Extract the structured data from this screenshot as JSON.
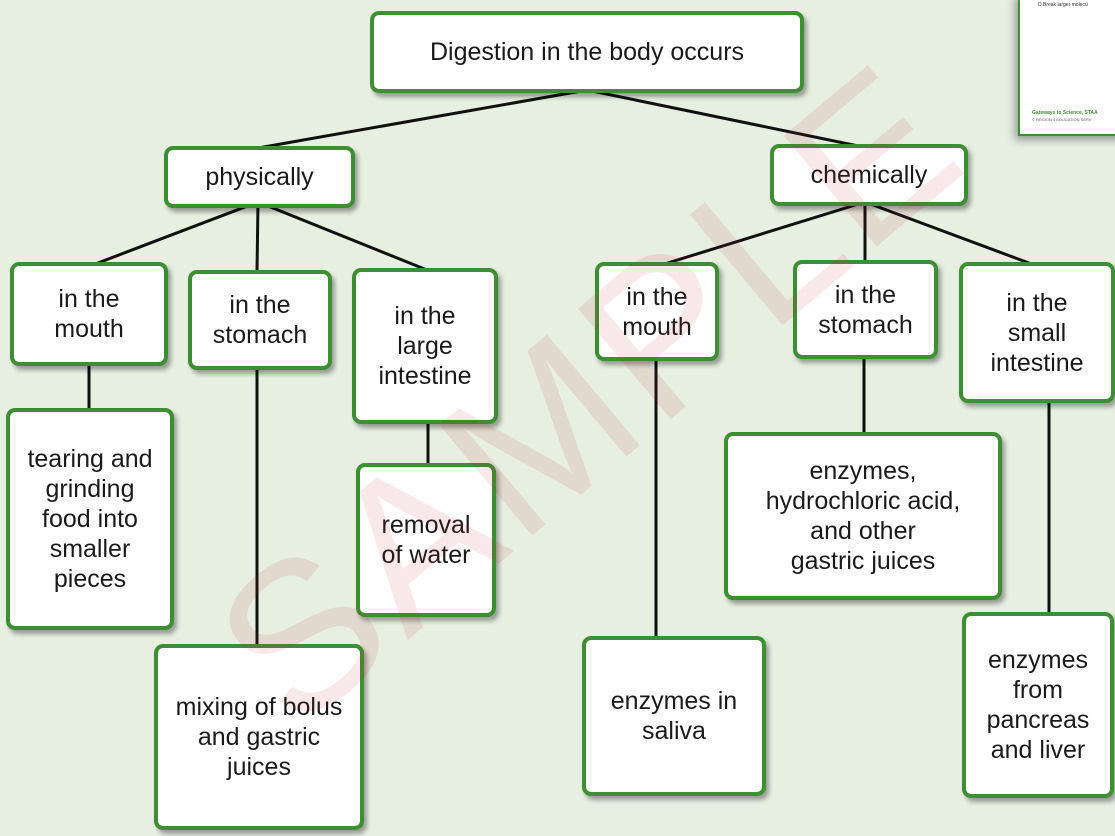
{
  "title": "Digestion in the body occurs",
  "branches": {
    "physical": {
      "label": "physically",
      "mouth": {
        "label": "in the\nmouth",
        "detail": "tearing and\ngrinding\nfood into\nsmaller\npieces"
      },
      "stomach": {
        "label": "in the\nstomach",
        "detail": "mixing of bolus\nand gastric\njuices"
      },
      "large_intestine": {
        "label": "in the\nlarge\nintestine",
        "detail": "removal\nof water"
      }
    },
    "chemical": {
      "label": "chemically",
      "mouth": {
        "label": "in the\nmouth",
        "detail": "enzymes in\nsaliva"
      },
      "stomach": {
        "label": "in the\nstomach",
        "detail": "enzymes,\nhydrochloric acid,\nand other\ngastric juices"
      },
      "small_intestine": {
        "label": "in the\nsmall\nintestine",
        "detail": "enzymes\nfrom\npancreas\nand liver"
      }
    }
  },
  "thumbnail": {
    "line": "D   Break larger molecu",
    "footer": "Gateways to Science, STAA",
    "copyright": "© REGION 4 EDUCATION SERV"
  },
  "watermark": "SAMPLE",
  "colors": {
    "box_border": "#3e8f34",
    "background": "#e7efe1",
    "connector": "#111111"
  }
}
